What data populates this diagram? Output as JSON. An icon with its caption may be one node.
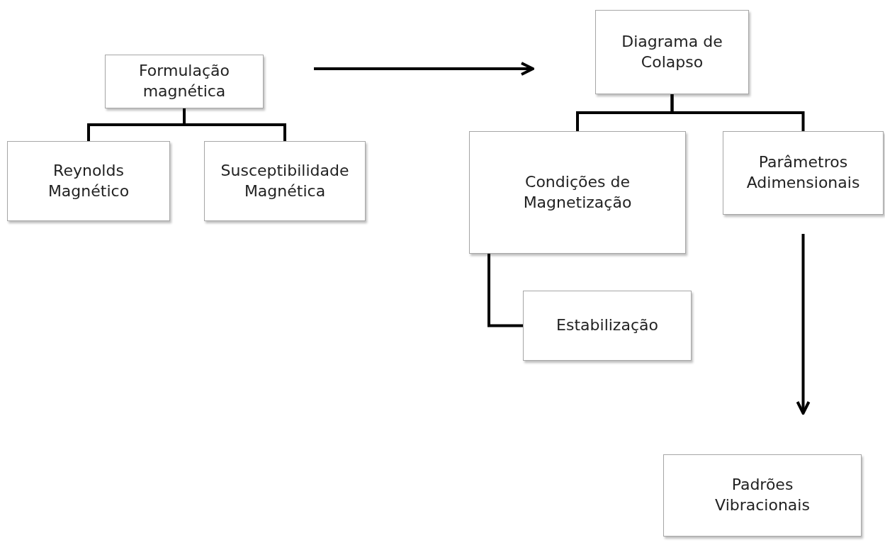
{
  "diagram": {
    "nodes": [
      {
        "text": [
          "Formulação magnética"
        ]
      },
      {
        "text": [
          "Reynolds Magnético"
        ]
      },
      {
        "text": [
          "Susceptibilidade Magnética"
        ]
      },
      {
        "text": [
          "Diagrama de Colapso"
        ]
      },
      {
        "text": [
          "Condições de Magnetização"
        ]
      },
      {
        "text": [
          "Parâmetros Adimensionais"
        ]
      },
      {
        "text": [
          "Estabilização"
        ]
      },
      {
        "text": [
          "Padrões Vibracionais"
        ]
      }
    ],
    "edges": [
      {
        "from": 0,
        "to": 1,
        "arrow": "none"
      },
      {
        "from": 0,
        "to": 2,
        "arrow": "none"
      },
      {
        "from": 0,
        "to": 3,
        "arrow": "to"
      },
      {
        "from": 3,
        "to": 4,
        "arrow": "none"
      },
      {
        "from": 3,
        "to": 5,
        "arrow": "none"
      },
      {
        "from": 4,
        "to": 6,
        "arrow": "none"
      },
      {
        "from": 5,
        "to": 7,
        "arrow": "to"
      }
    ]
  }
}
